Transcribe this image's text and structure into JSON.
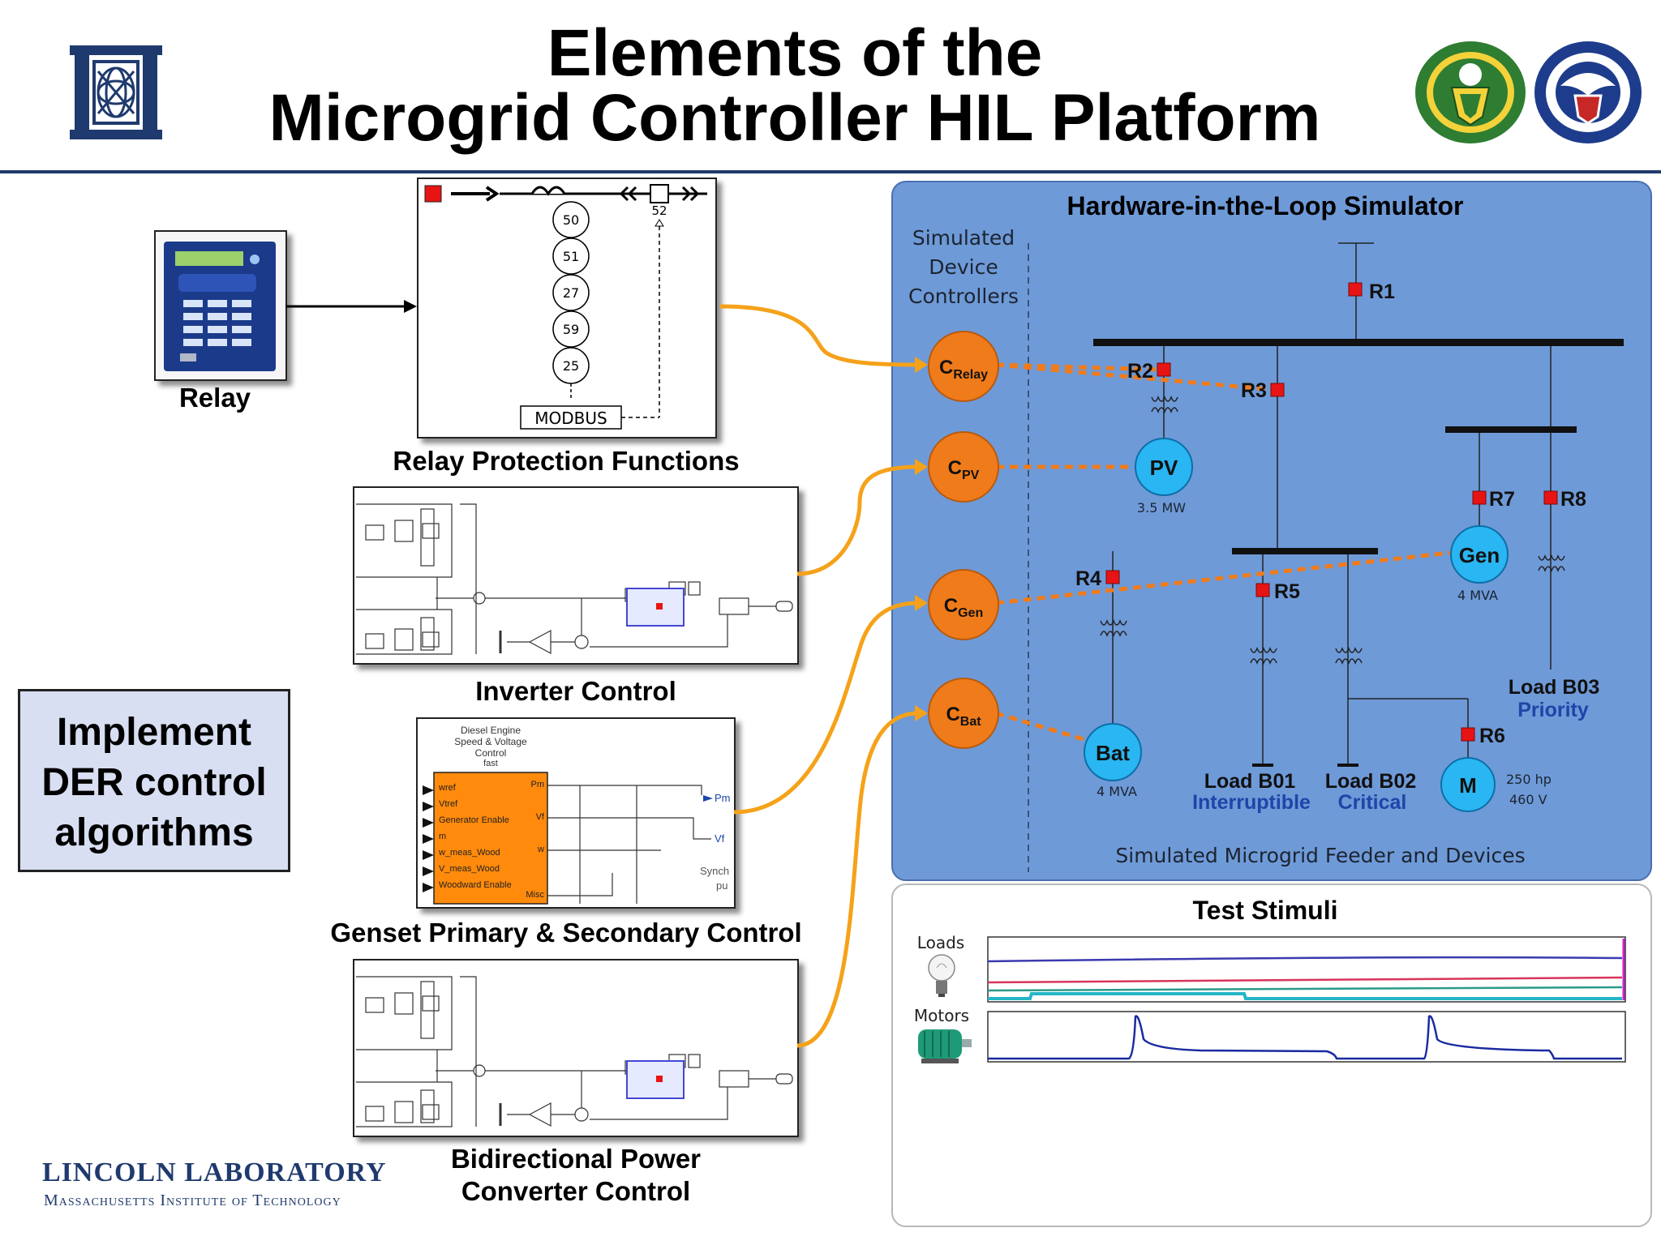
{
  "title": {
    "line1": "Elements of the",
    "line2": "Microgrid Controller HIL Platform"
  },
  "colors": {
    "accent_navy": "#1f3a6e",
    "hil_panel": "#6e9ad8",
    "orange": "#f07b1a",
    "cyan": "#29b6f2",
    "red_breaker": "#e81414",
    "dark_blue_text": "#1d46a8"
  },
  "left": {
    "relay_label": "Relay",
    "relay_icon": "protective-relay-icon",
    "relay_protection": {
      "caption": "Relay Protection Functions",
      "ansi_codes": [
        "50",
        "51",
        "27",
        "59",
        "25"
      ],
      "breaker_code": "52",
      "modbus": "MODBUS"
    },
    "inverter_caption": "Inverter Control",
    "genset": {
      "caption": "Genset Primary & Secondary Control",
      "block_title": [
        "Diesel Engine",
        "Speed & Voltage",
        "Control",
        "fast"
      ],
      "inputs": [
        "wref",
        "Vtref",
        "Generator Enable",
        "m",
        "w_meas_Wood",
        "V_meas_Wood",
        "Woodward Enable"
      ],
      "outputs": [
        "Pm",
        "Vf",
        "w",
        "Misc"
      ],
      "side_labels": [
        "Pm",
        "Vf",
        "Synch",
        "pu"
      ]
    },
    "bpc_caption": [
      "Bidirectional Power",
      "Converter Control"
    ],
    "der_box": [
      "Implement",
      "DER control",
      "algorithms"
    ]
  },
  "hil": {
    "title": "Hardware-in-the-Loop Simulator",
    "controllers_header": [
      "Simulated",
      "Device",
      "Controllers"
    ],
    "controllers": [
      {
        "base": "C",
        "sub": "Relay"
      },
      {
        "base": "C",
        "sub": "PV"
      },
      {
        "base": "C",
        "sub": "Gen"
      },
      {
        "base": "C",
        "sub": "Bat"
      }
    ],
    "breakers": [
      "R1",
      "R2",
      "R3",
      "R4",
      "R5",
      "R6",
      "R7",
      "R8"
    ],
    "devices": {
      "pv": {
        "label": "PV",
        "rating": "3.5 MW"
      },
      "gen": {
        "label": "Gen",
        "rating": "4 MVA"
      },
      "bat": {
        "label": "Bat",
        "rating": "4 MVA"
      },
      "motor": {
        "label": "M",
        "rating1": "250 hp",
        "rating2": "460 V"
      }
    },
    "loads": {
      "b01": {
        "name": "Load B01",
        "type": "Interruptible"
      },
      "b02": {
        "name": "Load B02",
        "type": "Critical"
      },
      "b03": {
        "name": "Load B03",
        "type": "Priority"
      }
    },
    "footer": "Simulated Microgrid Feeder and Devices"
  },
  "stimuli": {
    "title": "Test Stimuli",
    "loads_label": "Loads",
    "motors_label": "Motors",
    "loads_icon": "light-bulb-icon",
    "motors_icon": "electric-motor-icon"
  },
  "footer": {
    "lab": "LINCOLN LABORATORY",
    "institute": "Massachusetts Institute of Technology",
    "logo_left": "mit-ll-logo",
    "logo_doe": "department-of-energy-seal",
    "logo_dhs": "homeland-security-seal"
  }
}
